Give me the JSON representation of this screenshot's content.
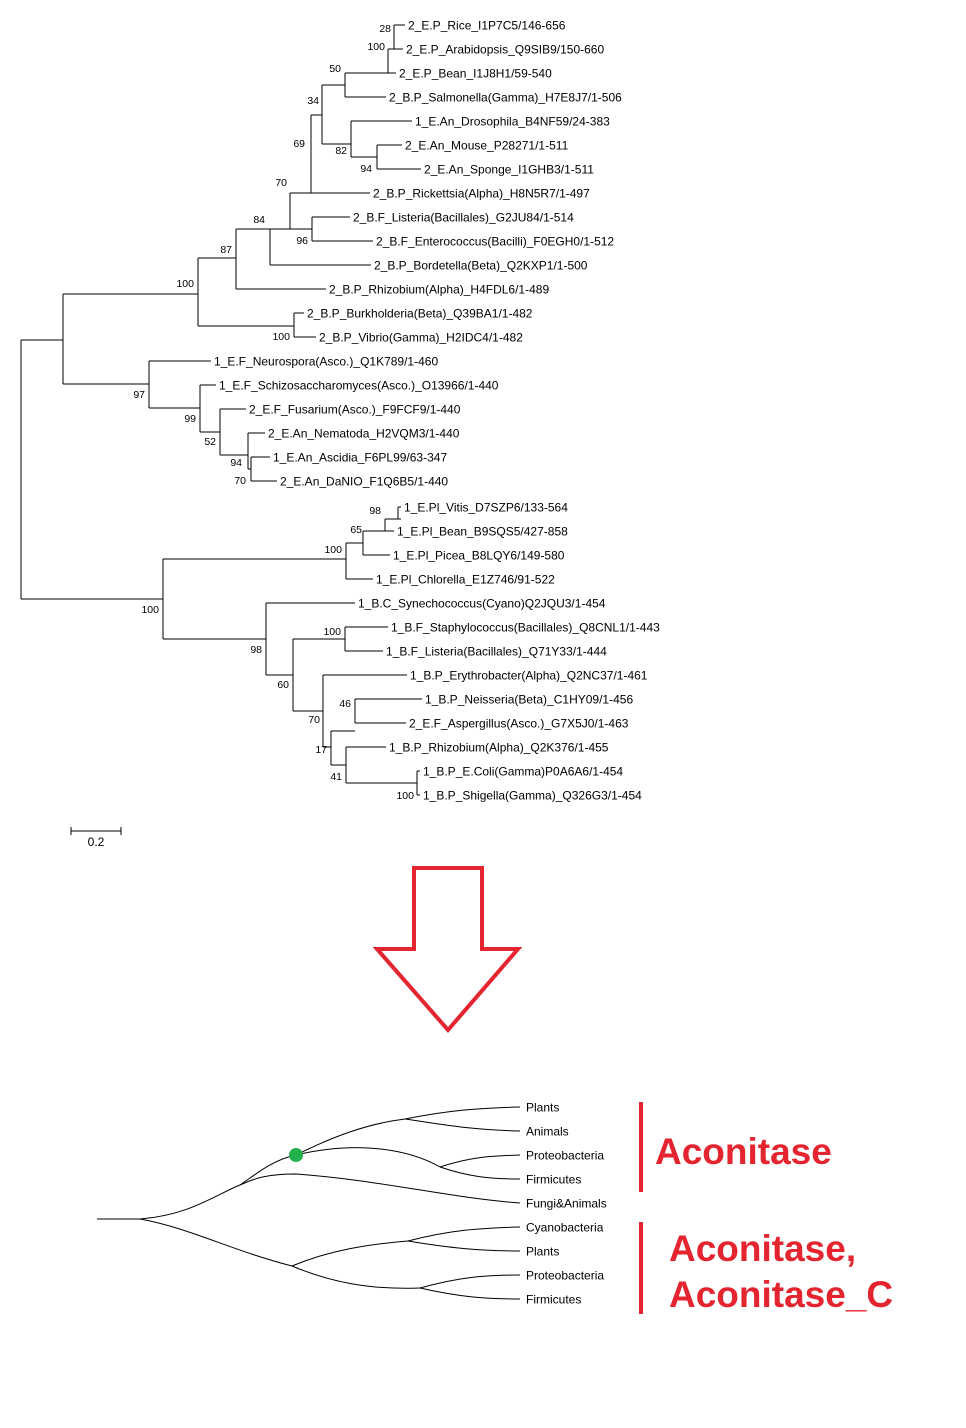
{
  "tree": {
    "leaves": [
      "2_E.P_Rice_I1P7C5/146-656",
      "2_E.P_Arabidopsis_Q9SIB9/150-660",
      "2_E.P_Bean_I1J8H1/59-540",
      "2_B.P_Salmonella(Gamma)_H7E8J7/1-506",
      "1_E.An_Drosophila_B4NF59/24-383",
      "2_E.An_Mouse_P28271/1-511",
      "2_E.An_Sponge_I1GHB3/1-511",
      "2_B.P_Rickettsia(Alpha)_H8N5R7/1-497",
      "2_B.F_Listeria(Bacillales)_G2JU84/1-514",
      "2_B.F_Enterococcus(Bacilli)_F0EGH0/1-512",
      "2_B.P_Bordetella(Beta)_Q2KXP1/1-500",
      "2_B.P_Rhizobium(Alpha)_H4FDL6/1-489",
      "2_B.P_Burkholderia(Beta)_Q39BA1/1-482",
      "2_B.P_Vibrio(Gamma)_H2IDC4/1-482",
      "1_E.F_Neurospora(Asco.)_Q1K789/1-460",
      "1_E.F_Schizosaccharomyces(Asco.)_O13966/1-440",
      "2_E.F_Fusarium(Asco.)_F9FCF9/1-440",
      "2_E.An_Nematoda_H2VQM3/1-440",
      "1_E.An_Ascidia_F6PL99/63-347",
      "2_E.An_DaNIO_F1Q6B5/1-440",
      "1_E.Pl_Vitis_D7SZP6/133-564",
      "1_E.Pl_Bean_B9SQS5/427-858",
      "1_E.Pl_Picea_B8LQY6/149-580",
      "1_E.Pl_Chlorella_E1Z746/91-522",
      "1_B.C_Synechococcus(Cyano)Q2JQU3/1-454",
      "1_B.F_Staphylococcus(Bacillales)_Q8CNL1/1-443",
      "1_B.F_Listeria(Bacillales)_Q71Y33/1-444",
      "1_B.P_Erythrobacter(Alpha)_Q2NC37/1-461",
      "1_B.P_Neisseria(Beta)_C1HY09/1-456",
      "2_E.F_Aspergillus(Asco.)_G7X5J0/1-463",
      "1_B.P_Rhizobium(Alpha)_Q2K376/1-455",
      "1_B.P_E.Coli(Gamma)P0A6A6/1-454",
      "1_B.P_Shigella(Gamma)_Q326G3/1-454"
    ],
    "bootstrap": [
      "28",
      "100",
      "50",
      "34",
      "82",
      "94",
      "69",
      "70",
      "84",
      "96",
      "87",
      "100",
      "100",
      "97",
      "99",
      "52",
      "94",
      "70",
      "98",
      "65",
      "100",
      "100",
      "98",
      "100",
      "60",
      "70",
      "46",
      "17",
      "41",
      "100"
    ],
    "scale_label": "0.2"
  },
  "summary": {
    "leaves": [
      "Plants",
      "Animals",
      "Proteobacteria",
      "Firmicutes",
      "Fungi&Animals",
      "Cyanobacteria",
      "Plants",
      "Proteobacteria",
      "Firmicutes"
    ],
    "group1": "Aconitase",
    "group2_line1": "Aconitase,",
    "group2_line2": "Aconitase_C"
  },
  "colors": {
    "accent_red": "#e4242e",
    "node_green": "#22b14c",
    "line": "#000000"
  }
}
